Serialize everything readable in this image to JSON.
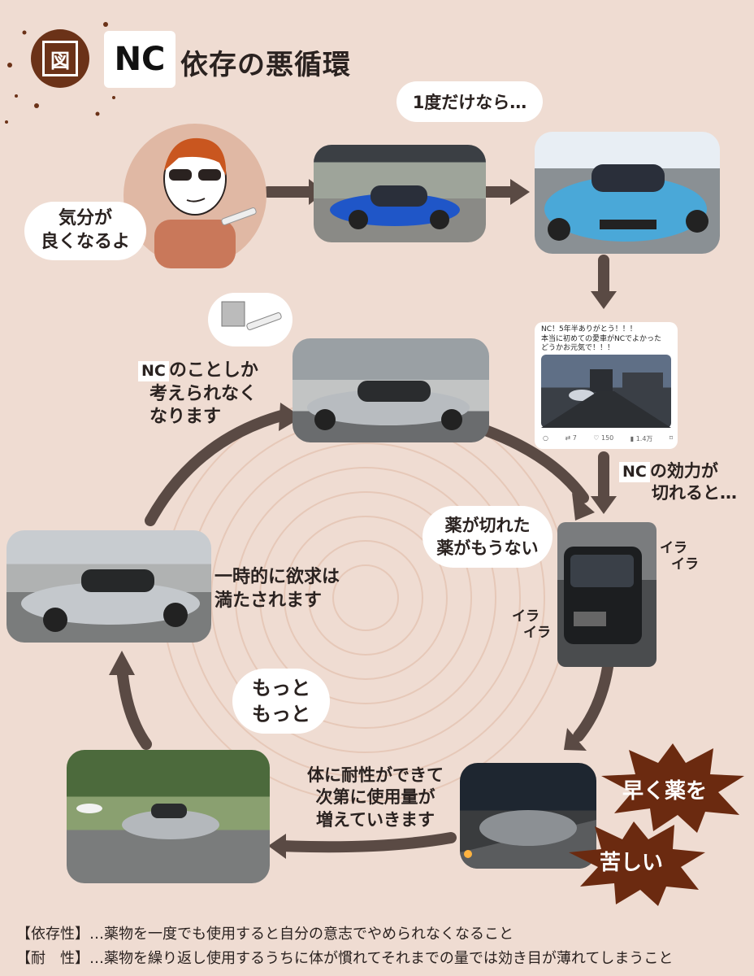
{
  "title": {
    "badge": "図",
    "nc": "NC",
    "text": "依存の悪循環"
  },
  "bubbles": {
    "once": "1度だけなら…",
    "feel_good": [
      "気分が",
      "良くなるよ"
    ],
    "no_drug": [
      "薬が切れた",
      "薬がもうない"
    ],
    "more": [
      "もっと",
      "もっと"
    ]
  },
  "labels": {
    "only_nc_prefix": "NC",
    "only_nc": [
      "のことしか",
      "考えられなく",
      "なります"
    ],
    "wears_off_prefix": "NC",
    "wears_off": [
      "の効力が",
      "切れると…"
    ],
    "satisfied": [
      "一時的に欲求は",
      "満たされます"
    ],
    "tolerance": [
      "体に耐性ができて",
      "次第に使用量が",
      "増えていきます"
    ],
    "irra_right": [
      "イラ",
      "イラ"
    ],
    "irra_left": [
      "イラ",
      "イラ"
    ]
  },
  "bursts": {
    "fast": "早く薬を",
    "suffer": "苦しい"
  },
  "tweet": {
    "lines": [
      "NC！5年半ありがとう！！！",
      "本当に初めての愛車がNCでよかった",
      "どうかお元気で！！！"
    ],
    "stats": [
      "7",
      "150",
      "1.4万"
    ]
  },
  "footnotes": [
    "【依存性】…薬物を一度でも使用すると自分の意志でやめられなくなること",
    "【耐　性】…薬物を繰り返し使用するうちに体が慣れてそれまでの量では効き目が薄れてしまうこと"
  ],
  "colors": {
    "background": "#efdcd2",
    "arrow": "#5a4a44",
    "badge": "#6b3218",
    "burst": "#6b2a10"
  }
}
